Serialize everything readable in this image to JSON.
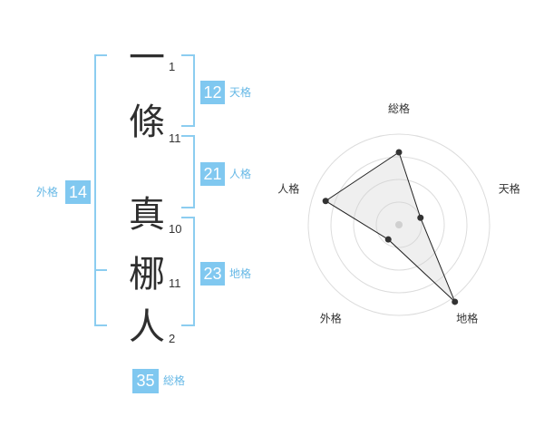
{
  "name": {
    "characters": [
      {
        "char": "一",
        "strokes": "1"
      },
      {
        "char": "條",
        "strokes": "11"
      },
      {
        "char": "真",
        "strokes": "10"
      },
      {
        "char": "梛",
        "strokes": "11"
      },
      {
        "char": "人",
        "strokes": "2"
      }
    ]
  },
  "kakusu": {
    "tenkaku": {
      "value": "12",
      "label": "天格"
    },
    "jinkaku": {
      "value": "21",
      "label": "人格"
    },
    "chikaku": {
      "value": "23",
      "label": "地格"
    },
    "gaikaku": {
      "value": "14",
      "label": "外格"
    },
    "soukaku": {
      "value": "35",
      "label": "総格"
    }
  },
  "colors": {
    "accent_box": "#80c8f0",
    "bracket": "#8ccdf0",
    "label": "#66b8e6",
    "kanji": "#2f2f2f"
  },
  "chart_data": {
    "type": "radar",
    "axes": [
      "総格",
      "天格",
      "地格",
      "外格",
      "人格"
    ],
    "values": [
      0.8,
      0.25,
      1.05,
      0.2,
      0.85
    ],
    "rmax": 1.0,
    "rings": 4,
    "grid": true
  }
}
